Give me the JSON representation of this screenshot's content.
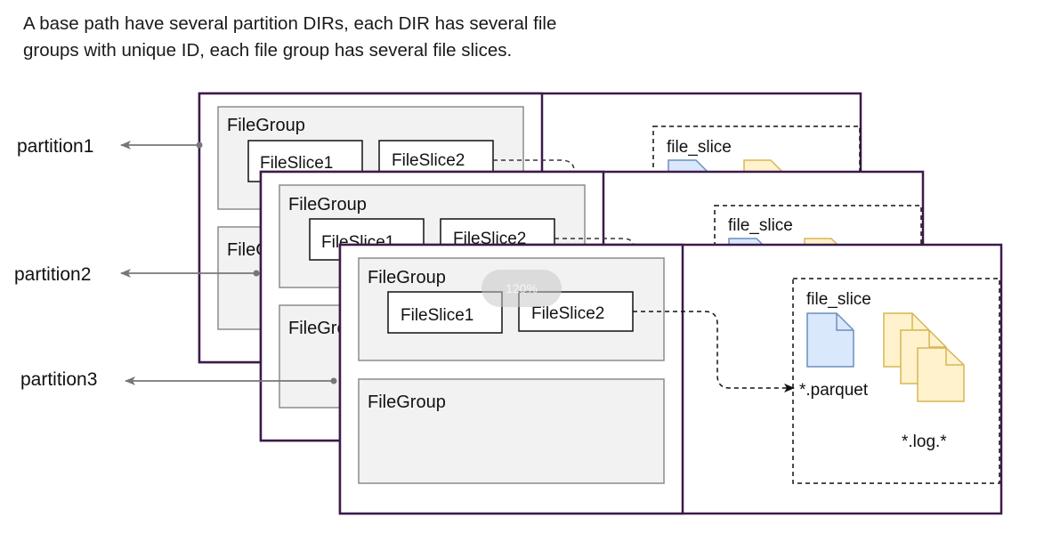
{
  "caption": {
    "line1": "A base path have several partition DIRs, each DIR has several file",
    "line2": "groups with unique ID, each file group has several file slices."
  },
  "partitions": [
    "partition1",
    "partition2",
    "partition3"
  ],
  "labels": {
    "file_group": "FileGroup",
    "file_slice_1": "FileSlice1",
    "file_slice_2": "FileSlice2",
    "file_slice": "file_slice",
    "parquet": "*.parquet",
    "log": "*.log.*"
  },
  "zoom_label": "120%",
  "colors": {
    "partition_border": "#3d1a4a",
    "group_fill": "#f2f2f2",
    "group_border": "#8c8c8c",
    "arrow": "#777777",
    "parquet_fill": "#dae8fc",
    "parquet_stroke": "#6c8ebf",
    "log_fill": "#fff2cc",
    "log_stroke": "#d6b656"
  }
}
